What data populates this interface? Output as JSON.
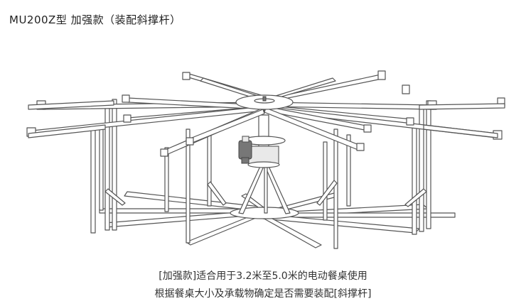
{
  "title": "MU200Z型 加强款（装配斜撑杆）",
  "caption": {
    "line1": "[加强款]适合用于3.2米至5.0米的电动餐桌使用",
    "line2": "根据餐桌大小及承载物确定是否需要装配[斜撑杆]"
  }
}
